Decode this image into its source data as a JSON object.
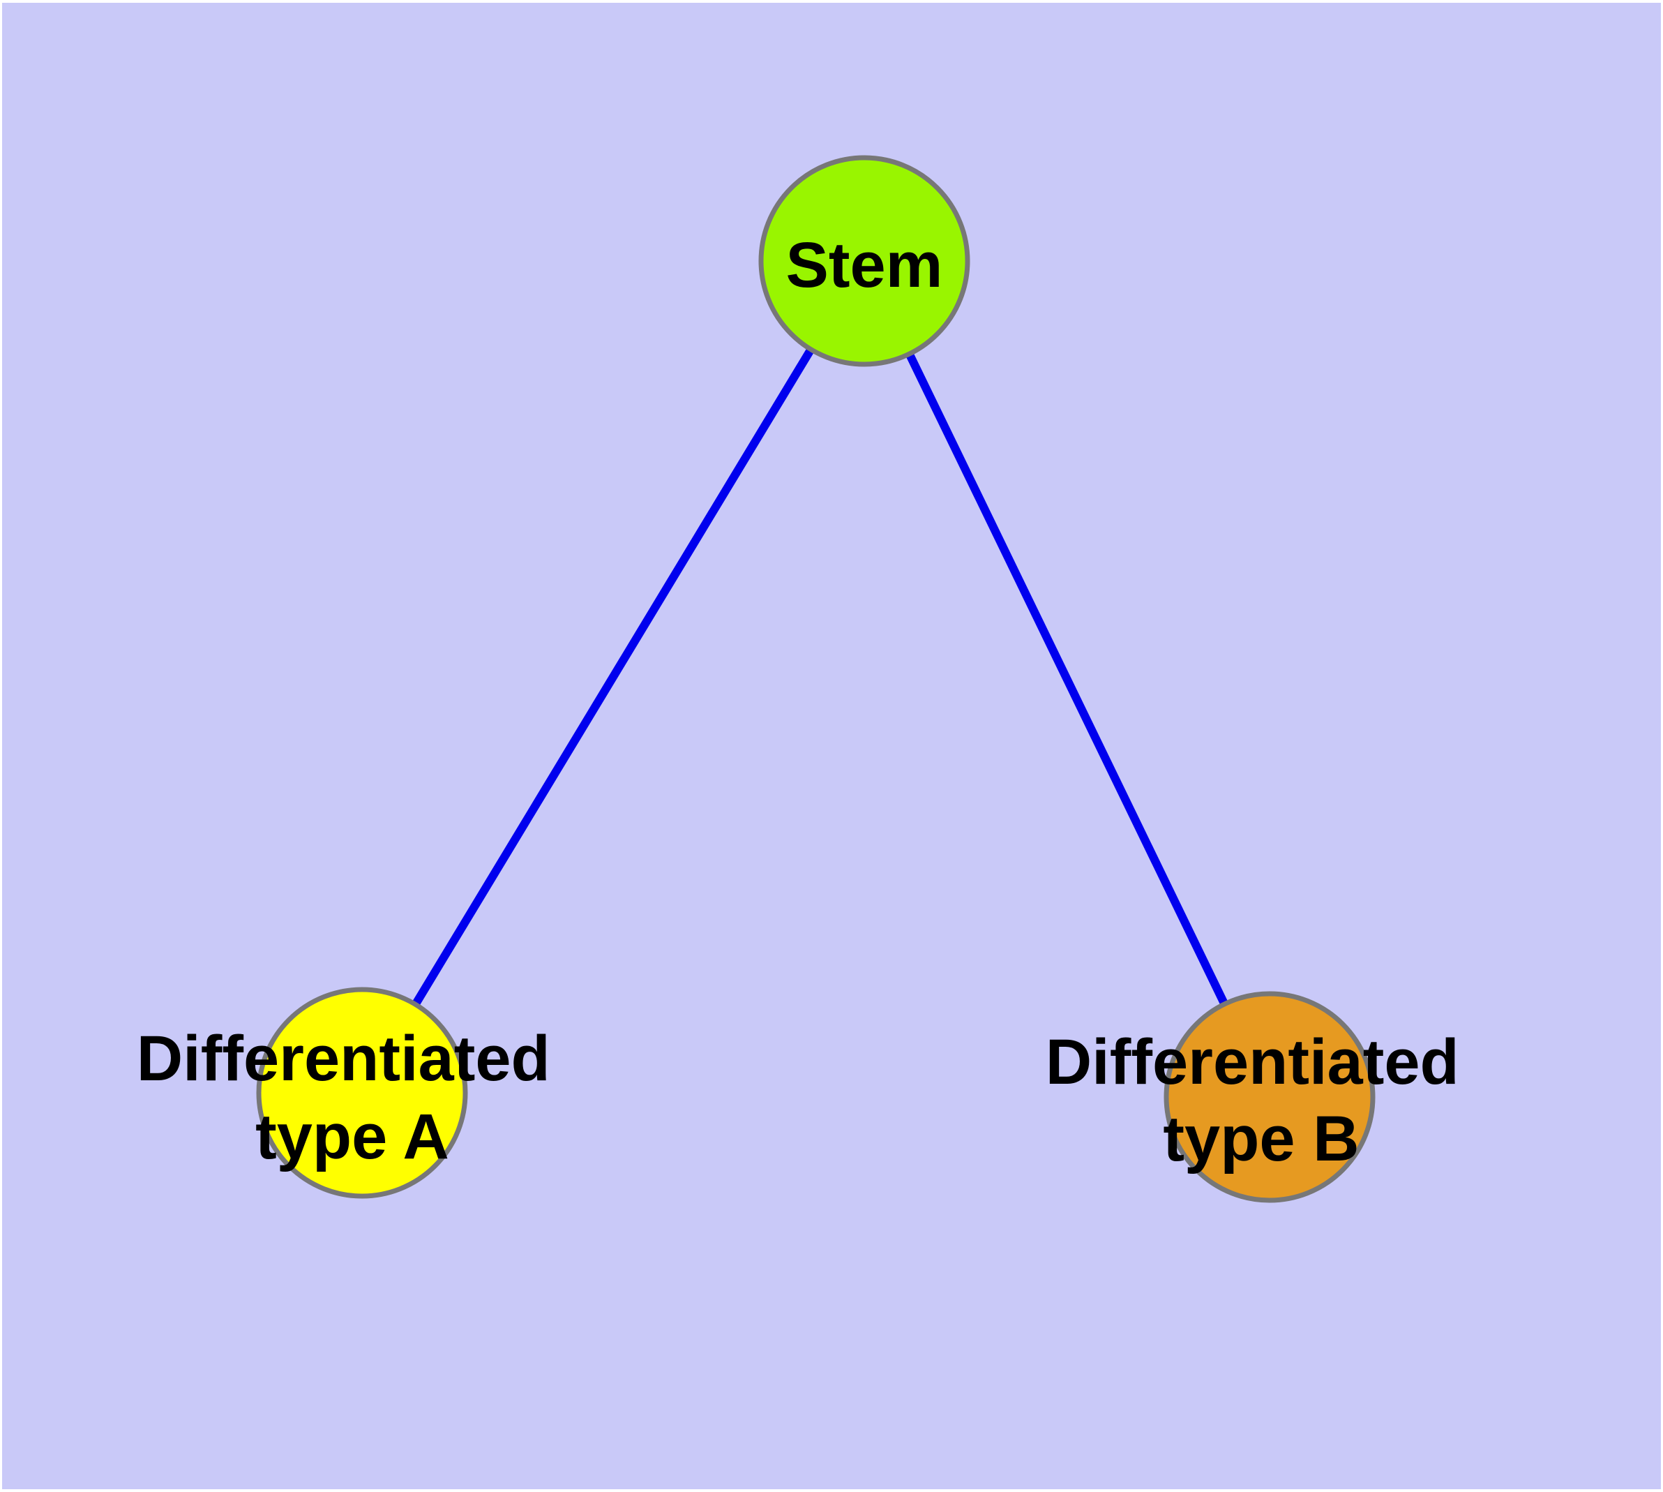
{
  "diagram": {
    "colors": {
      "background": "#C9C9F8",
      "page_margin": "#FFFFFF",
      "edge": "#0000EE",
      "node_border": "#777777",
      "label_text": "#000000"
    },
    "nodes": {
      "stem": {
        "label": "Stem",
        "fill": "#99F500"
      },
      "type_a": {
        "label_line1": "Differentiated",
        "label_line2": "type A",
        "fill": "#FFFF00"
      },
      "type_b": {
        "label_line1": "Differentiated",
        "label_line2": "type B",
        "fill": "#E69A21"
      }
    },
    "edges": [
      {
        "from": "Stem",
        "to": "Differentiated type A"
      },
      {
        "from": "Stem",
        "to": "Differentiated type B"
      }
    ]
  }
}
